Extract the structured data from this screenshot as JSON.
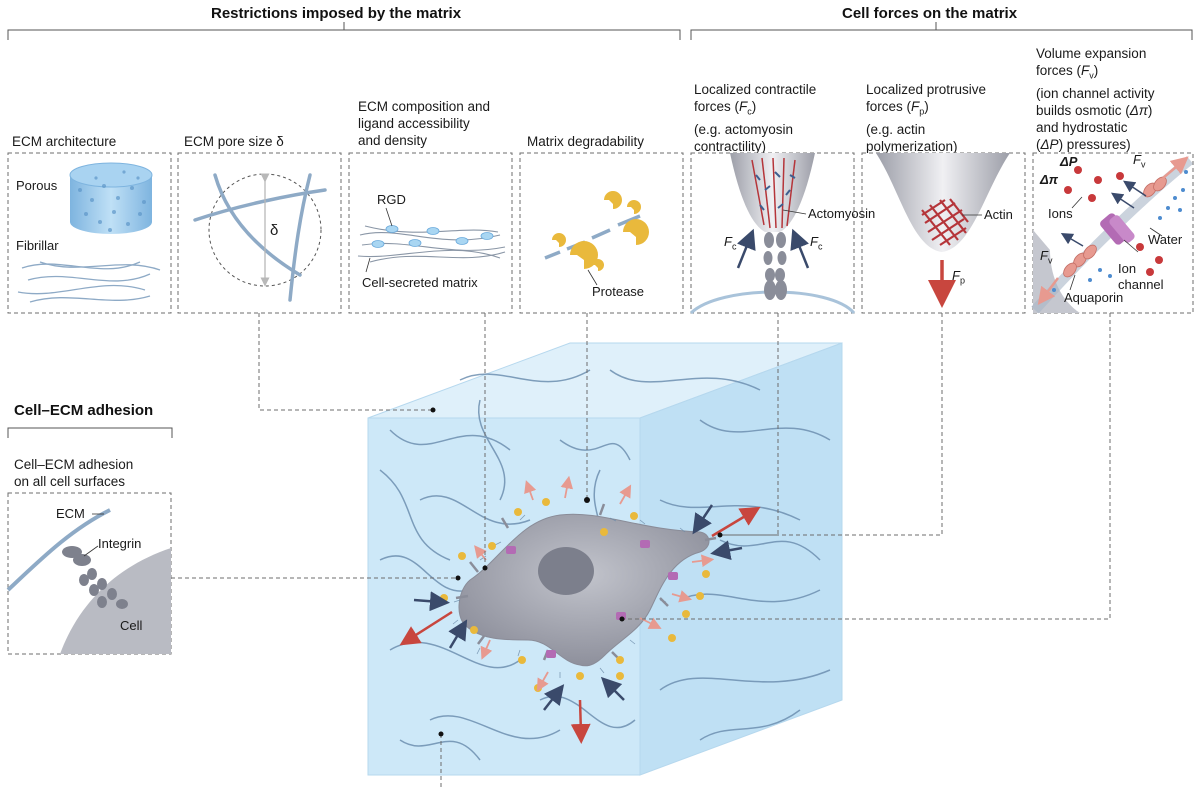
{
  "sections": {
    "restrictions": "Restrictions imposed by the matrix",
    "cell_forces": "Cell forces on the matrix",
    "adhesion": "Cell–ECM adhesion"
  },
  "panels": {
    "ecm_architecture": {
      "title": "ECM architecture",
      "porous": "Porous",
      "fibrillar": "Fibrillar"
    },
    "pore_size": {
      "title": "ECM pore size δ",
      "delta": "δ"
    },
    "composition": {
      "title_l1": "ECM composition and",
      "title_l2": "ligand accessibility",
      "title_l3": "and density",
      "rgd": "RGD",
      "cell_secreted": "Cell-secreted matrix"
    },
    "degradability": {
      "title": "Matrix degradability",
      "protease": "Protease"
    },
    "contractile": {
      "title_l1": "Localized contractile",
      "title_l2_pre": "forces (",
      "title_l2_sym": "F",
      "title_l2_sub": "c",
      "title_l2_post": ")",
      "title_l3": "(e.g. actomyosin",
      "title_l4": "contractility)",
      "actomyosin": "Actomyosin",
      "fc_symbol": "F",
      "fc_sub": "c"
    },
    "protrusive": {
      "title_l1": "Localized protrusive",
      "title_l2_pre": "forces (",
      "title_l2_sym": "F",
      "title_l2_sub": "p",
      "title_l2_post": ")",
      "title_l3": "(e.g. actin",
      "title_l4": "polymerization)",
      "actin": "Actin",
      "fp_symbol": "F",
      "fp_sub": "p"
    },
    "volume": {
      "title_l1": "Volume expansion",
      "title_l2_pre": "forces (",
      "title_l2_sym": "F",
      "title_l2_sub": "v",
      "title_l2_post": ")",
      "title_l3": "(ion channel activity",
      "title_l4_pre": "builds osmotic (",
      "title_l4_sym": "Δπ",
      "title_l4_post": ")",
      "title_l5": "and hydrostatic",
      "title_l6_pre": "(",
      "title_l6_sym": "ΔP",
      "title_l6_post": ") pressures)",
      "delta_p": "ΔP",
      "delta_pi": "Δπ",
      "ions": "Ions",
      "water": "Water",
      "ion_channel_l1": "Ion",
      "ion_channel_l2": "channel",
      "aquaporin": "Aquaporin",
      "fv_symbol": "F",
      "fv_sub": "v"
    },
    "adhesion": {
      "title_l1": "Cell–ECM adhesion",
      "title_l2": "on all cell surfaces",
      "ecm": "ECM",
      "integrin": "Integrin",
      "cell": "Cell"
    }
  },
  "colors": {
    "matrix_blue": "#cfe8f7",
    "fiber": "#7d9cba",
    "cell_gray": "#a7a9b4",
    "nucleus": "#7c7f8c",
    "force_red": "#c8463e",
    "force_navy": "#3a4a6b",
    "protease_yellow": "#e9b93c",
    "channel_purple": "#b36bb4",
    "actin_red": "#b5353a",
    "ion_red": "#c8393b",
    "water_blue": "#4e8ccf"
  }
}
